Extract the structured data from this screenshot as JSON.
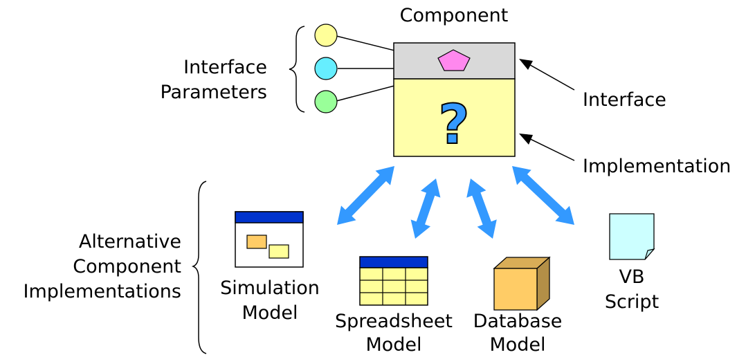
{
  "title": "Component",
  "labels": {
    "interface_parameters": [
      "Interface",
      "Parameters"
    ],
    "interface": "Interface",
    "implementation": "Implementation",
    "alternatives": [
      "Alternative",
      "Component",
      "Implementations"
    ]
  },
  "implementations": [
    {
      "key": "simulation",
      "lines": [
        "Simulation",
        "Model"
      ]
    },
    {
      "key": "spreadsheet",
      "lines": [
        "Spreadsheet",
        "Model"
      ]
    },
    {
      "key": "database",
      "lines": [
        "Database",
        "Model"
      ]
    },
    {
      "key": "vbscript",
      "lines": [
        "VB",
        "Script"
      ]
    }
  ],
  "colors": {
    "interface_band": "#d9d9d9",
    "implementation_body": "#ffffaa",
    "pentagon": "#ff88ee",
    "param_yellow": "#ffff99",
    "param_cyan": "#66eeff",
    "param_green": "#99ff99",
    "arrow_blue": "#3399ff",
    "window_bar": "#0033cc",
    "sim_box_orange": "#ffcc66",
    "sim_box_yellow": "#ffff99",
    "sheet_cells": "#ffff99",
    "db_cube": "#ffcc66",
    "script_page": "#ccffff",
    "question_mark": "#3399ff"
  },
  "icons": {
    "component_question": "question-mark-icon",
    "simulation": "window-icon",
    "spreadsheet": "spreadsheet-icon",
    "database": "cube-icon",
    "vbscript": "document-icon"
  }
}
